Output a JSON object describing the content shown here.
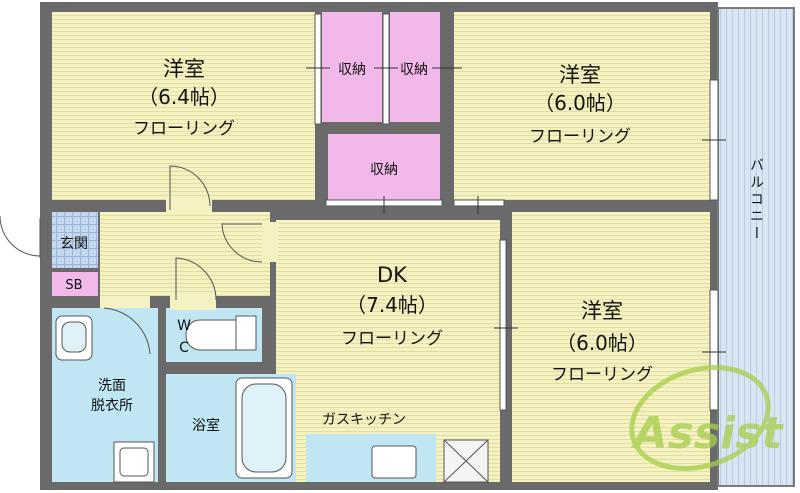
{
  "rooms": {
    "western_1": {
      "name": "洋室",
      "size": "（6.4帖）",
      "floor": "フローリング"
    },
    "western_2": {
      "name": "洋室",
      "size": "（6.0帖）",
      "floor": "フローリング"
    },
    "western_3": {
      "name": "洋室",
      "size": "（6.0帖）",
      "floor": "フローリング"
    },
    "dk": {
      "name": "DK",
      "size": "（7.4帖）",
      "floor": "フローリング"
    }
  },
  "storage": {
    "closet_1": "収納",
    "closet_2": "収納",
    "closet_3": "収納"
  },
  "labels": {
    "entrance": "玄関",
    "shoe_box": "SB",
    "wc_w": "W",
    "wc_c": "C",
    "washroom_1": "洗面",
    "washroom_2": "脱衣所",
    "bathroom": "浴室",
    "gas_kitchen": "ガスキッチン",
    "balcony": "バルコニー"
  },
  "watermark": "Assist",
  "colors": {
    "wall": "#6a6a6a",
    "floor": "#f4f2c2",
    "floor_line": "#e3dea0",
    "closet": "#f2b8ea",
    "wet_area": "#bfe6f2",
    "balcony": "#cfe0ee",
    "entrance_tile": "#c3d7ef",
    "shoe_box": "#f2b8ea",
    "watermark": "#a6cf4a"
  }
}
